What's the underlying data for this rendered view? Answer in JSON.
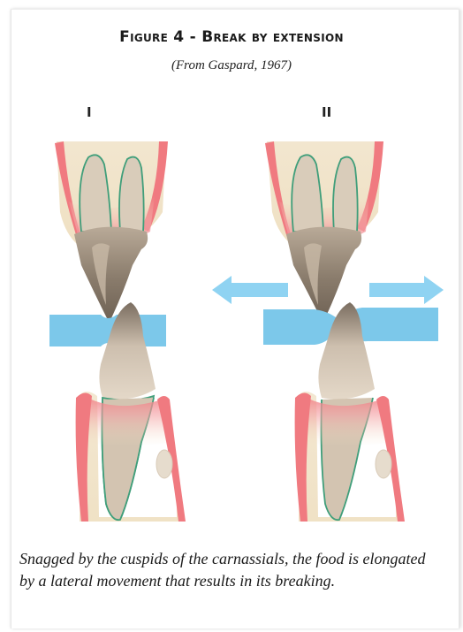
{
  "figure": {
    "title": "Figure 4 - Break by extension",
    "subtitle": "(From Gaspard, 1967)",
    "panels": [
      {
        "label": "I"
      },
      {
        "label": "II"
      }
    ],
    "caption": "Snagged by the cuspids of the carnassials, the food is elongated by a lateral movement that results in its breaking.",
    "colors": {
      "gum": "#f07a80",
      "bone": "#f2e3c6",
      "tooth": "#cdbfae",
      "root_outline": "#3f9e7a",
      "food": "#7cc8ea",
      "arrow": "#8fd3f2"
    }
  }
}
